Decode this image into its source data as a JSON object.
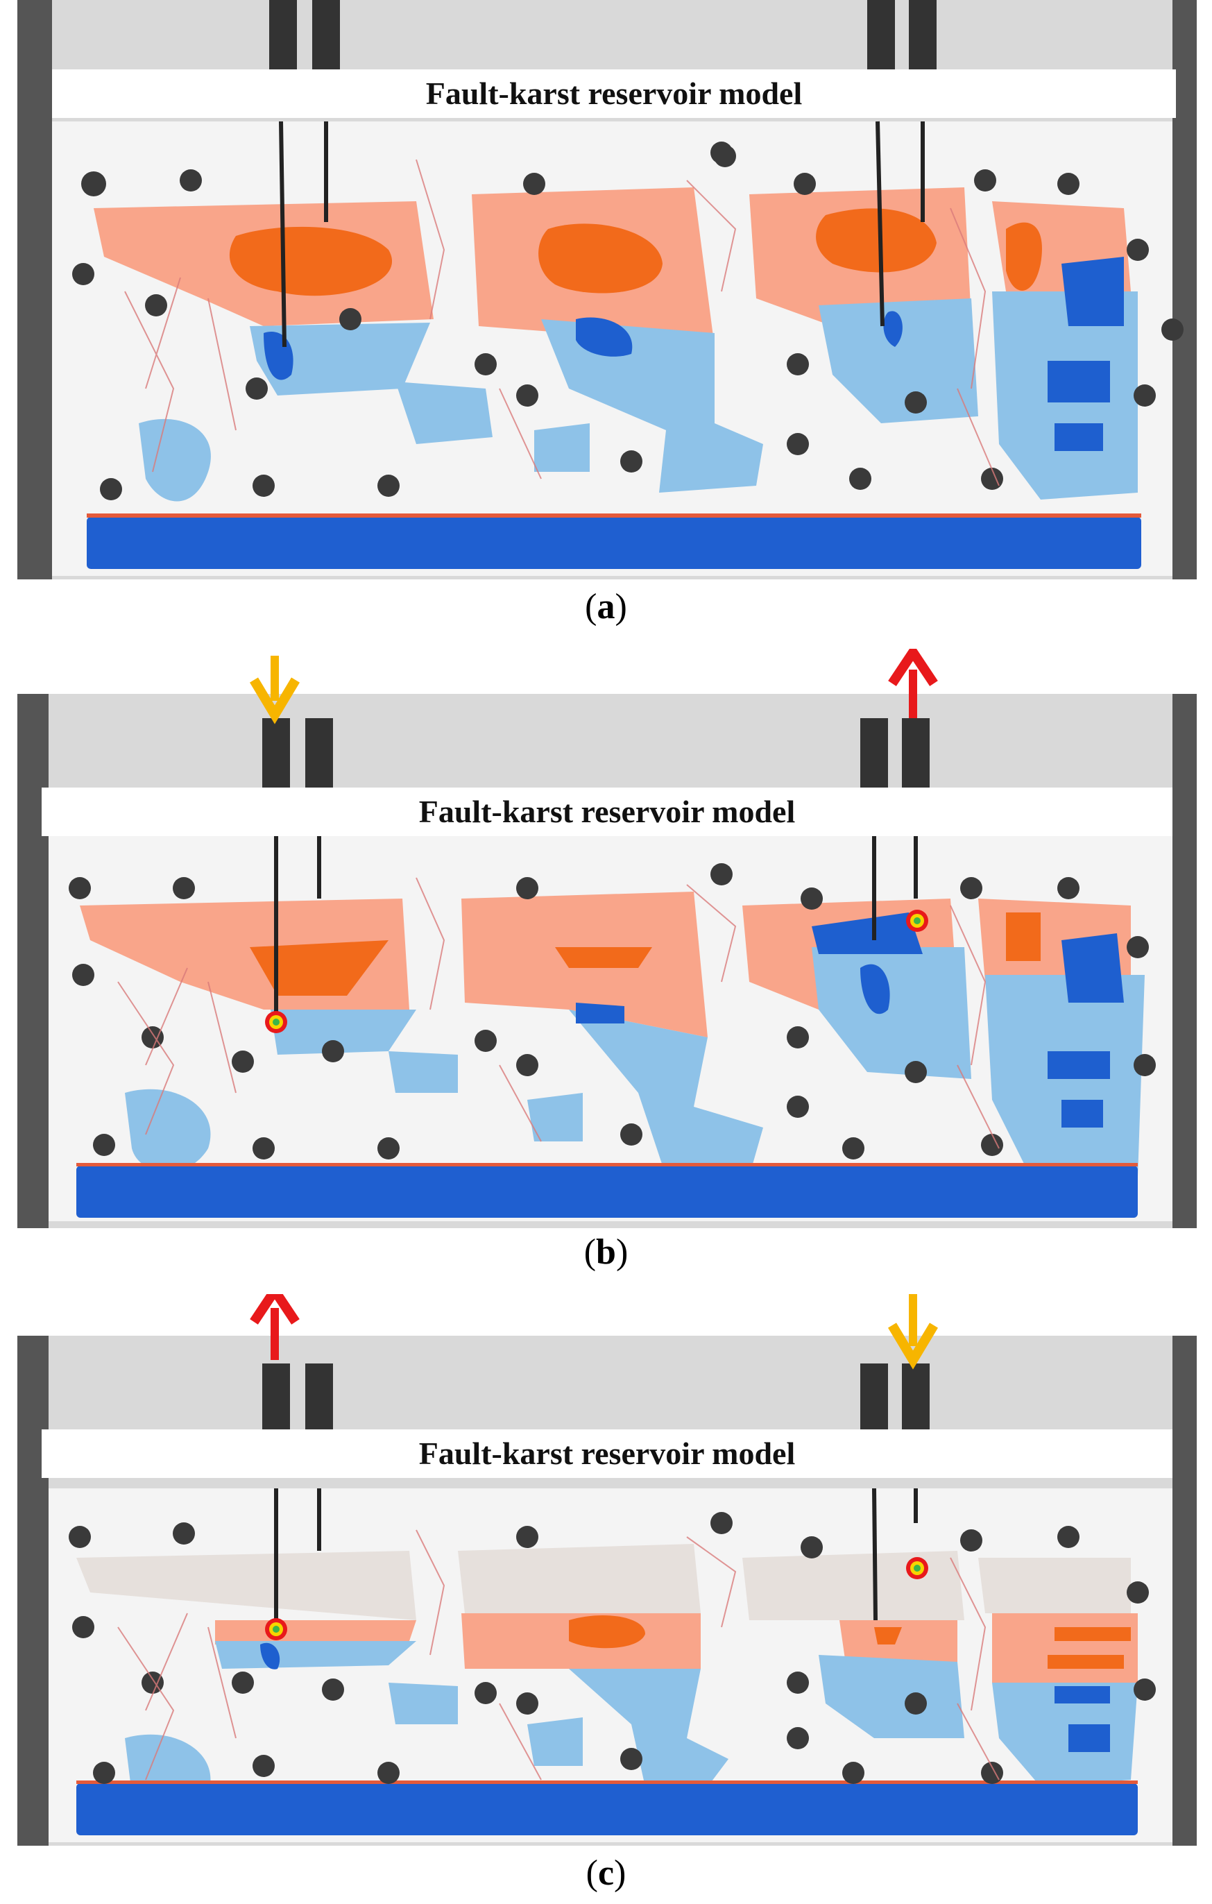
{
  "figure": {
    "panels": [
      {
        "id": "a",
        "title": "Fault-karst reservoir model",
        "label": "a",
        "left_well_arrow": "none",
        "right_well_arrow": "none"
      },
      {
        "id": "b",
        "title": "Fault-karst reservoir model",
        "label": "b",
        "left_well_arrow": "down",
        "right_well_arrow": "up"
      },
      {
        "id": "c",
        "title": "Fault-karst reservoir model",
        "label": "c",
        "left_well_arrow": "up",
        "right_well_arrow": "down"
      }
    ]
  },
  "colors": {
    "oil_light": "#f9a58a",
    "oil_dark": "#f26a1b",
    "water_light": "#8ec2e8",
    "water_dark": "#1e5fcf",
    "aquifer": "#1f5fd0",
    "injection_arrow": "#f7b500",
    "production_arrow": "#e8191b",
    "frame": "#404040"
  }
}
